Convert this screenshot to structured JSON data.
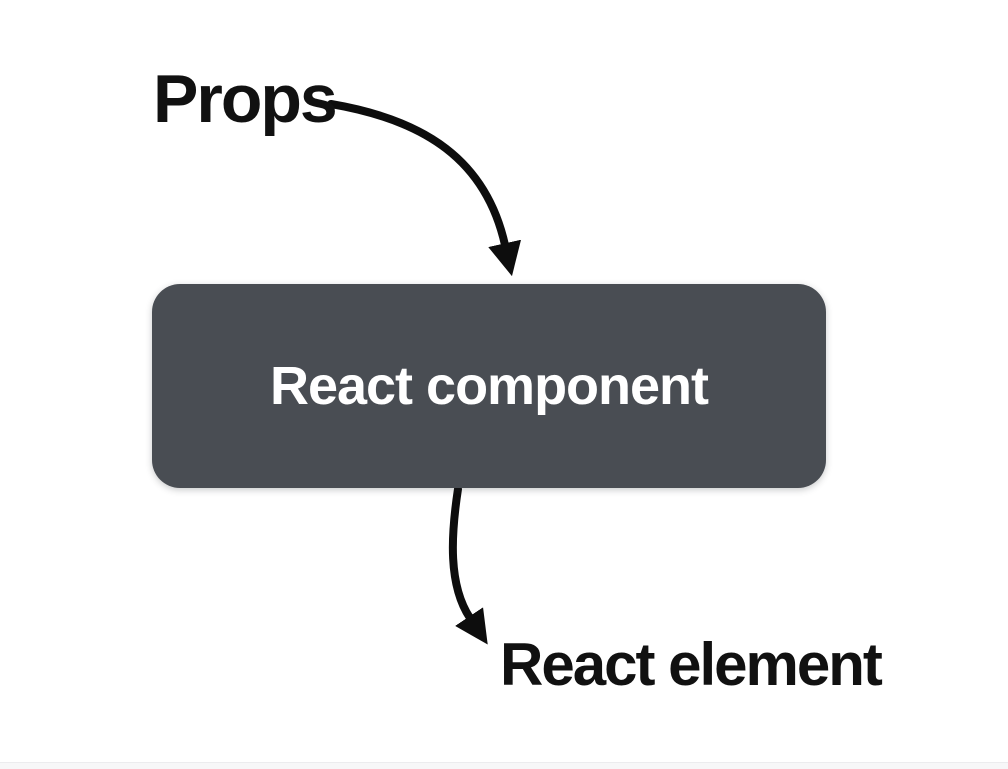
{
  "diagram": {
    "input_label": "Props",
    "node_label": "React component",
    "output_label": "React element"
  },
  "colors": {
    "page-bg": "#ffffff",
    "node-bg": "#494d53",
    "node-text": "#ffffff",
    "label-text": "#111111",
    "arrow": "#0d0d0d",
    "footer-strip": "#f7f7f8"
  }
}
